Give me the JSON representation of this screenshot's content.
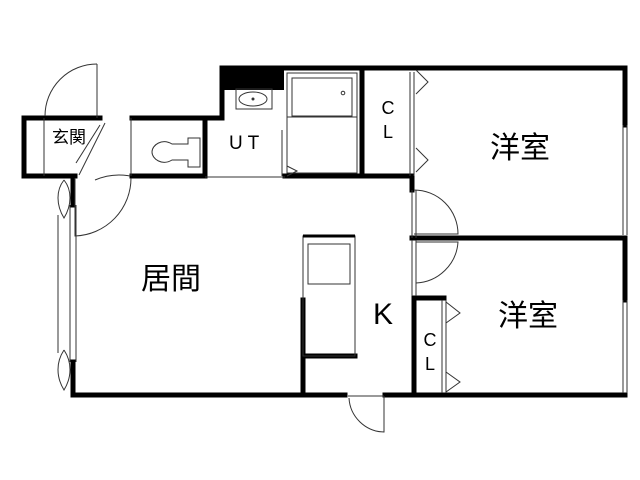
{
  "floor_plan": {
    "colors": {
      "wall": "#000000",
      "thin_line": "#444444",
      "background": "#ffffff"
    },
    "rooms": {
      "entrance": {
        "label": "玄関"
      },
      "utility": {
        "label": "U T"
      },
      "closet_upper": {
        "line1": "C",
        "line2": "L"
      },
      "western_room_upper": {
        "label": "洋室"
      },
      "living": {
        "label": "居間"
      },
      "kitchen": {
        "label": "K"
      },
      "closet_lower": {
        "line1": "C",
        "line2": "L"
      },
      "western_room_lower": {
        "label": "洋室"
      }
    }
  }
}
